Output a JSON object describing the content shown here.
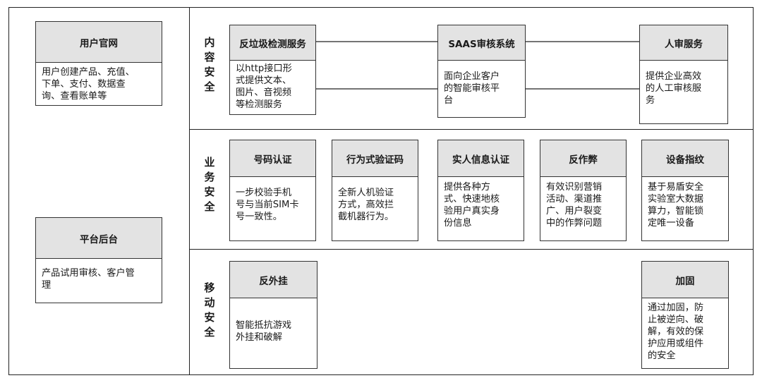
{
  "left": [
    {
      "title": "用户官网",
      "desc": "用户创建产品、充值、\n下单、支付、数据查\n询、查看账单等"
    },
    {
      "title": "平台后台",
      "desc": "产品试用审核、客户管\n理"
    }
  ],
  "sections": [
    {
      "label": "内\n容\n安\n全",
      "cards": [
        {
          "title": "反垃圾检测服务",
          "desc": "以http接口形\n式提供文本、\n图片、音视频\n等检测服务"
        },
        {
          "title": "SAAS审核系统",
          "desc": "面向企业客户\n的智能审核平\n台"
        },
        {
          "title": "人审服务",
          "desc": "提供企业高效\n的人工审核服\n务"
        }
      ]
    },
    {
      "label": "业\n务\n安\n全",
      "cards": [
        {
          "title": "号码认证",
          "desc": "一步校验手机\n号与当前SIM卡\n号一致性。"
        },
        {
          "title": "行为式验证码",
          "desc": "全新人机验证\n方式，高效拦\n截机器行为。"
        },
        {
          "title": "实人信息认证",
          "desc": "提供各种方\n式、快速地核\n验用户真实身\n份信息"
        },
        {
          "title": "反作弊",
          "desc": "有效识别营销\n活动、渠道推\n广、用户裂变\n中的作弊问题"
        },
        {
          "title": "设备指纹",
          "desc": "基于易盾安全\n实验室大数据\n算力，智能锁\n定唯一设备"
        }
      ]
    },
    {
      "label": "移\n动\n安\n全",
      "cards": [
        {
          "title": "反外挂",
          "desc": "智能抵抗游戏\n外挂和破解"
        },
        {
          "title": "加固",
          "desc": "通过加固，防\n止被逆向、破\n解，有效的保\n护应用或组件\n的安全"
        }
      ]
    }
  ]
}
